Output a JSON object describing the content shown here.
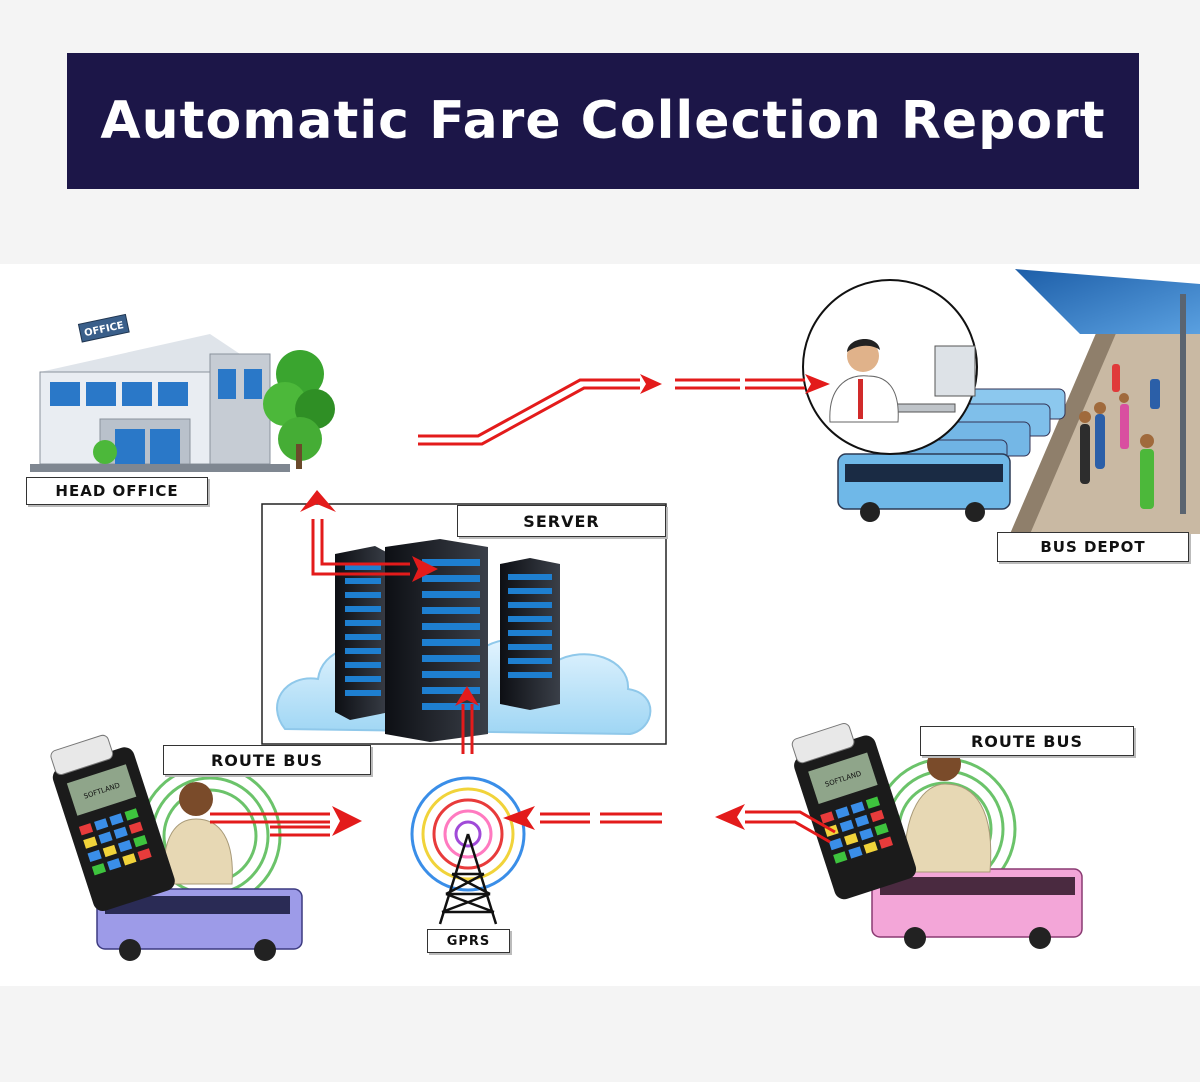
{
  "title": "Automatic Fare Collection Report",
  "labels": {
    "head_office": "HEAD OFFICE",
    "server": "SERVER",
    "bus_depot": "BUS DEPOT",
    "route_bus_left": "ROUTE BUS",
    "route_bus_right": "ROUTE BUS",
    "gprs": "GPRS"
  },
  "signs": {
    "office": "OFFICE",
    "device_brand_left": "SOFTLAND",
    "device_brand_right": "SOFTLAND"
  },
  "colors": {
    "banner": "#1c1648",
    "arrow": "#e31b1b",
    "bus_left": "#9d9be8",
    "bus_right": "#f3a6d8",
    "depot_bus": "#6fb8e8",
    "server_blue": "#1e7fd0"
  }
}
